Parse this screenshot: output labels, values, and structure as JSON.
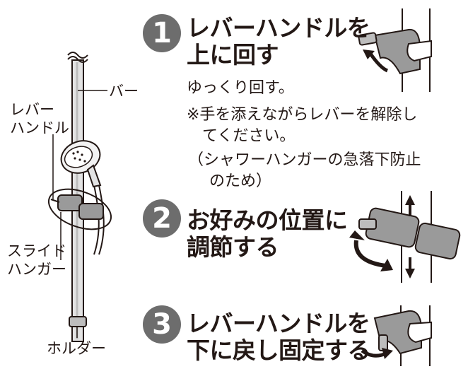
{
  "labels": {
    "bar": "バー",
    "lever_handle_1": "レバー",
    "lever_handle_2": "ハンドル",
    "slide_hanger_1": "スライド",
    "slide_hanger_2": "ハンガー",
    "holder": "ホルダー"
  },
  "steps": [
    {
      "number": "1",
      "title_line1": "レバーハンドルを",
      "title_line2": "上に回す",
      "body": [
        "ゆっくり回す。",
        "※手を添えながらレバーを解除し",
        "てください。",
        "（シャワーハンガーの急落下防止",
        "のため）"
      ]
    },
    {
      "number": "2",
      "title_line1": "お好みの位置に",
      "title_line2": "調節する"
    },
    {
      "number": "3",
      "title_line1": "レバーハンドルを",
      "title_line2": "下に戻し固定する"
    }
  ],
  "colors": {
    "badge": "#6d6d6d",
    "metal": "#9a9a9a",
    "outline": "#231815"
  }
}
